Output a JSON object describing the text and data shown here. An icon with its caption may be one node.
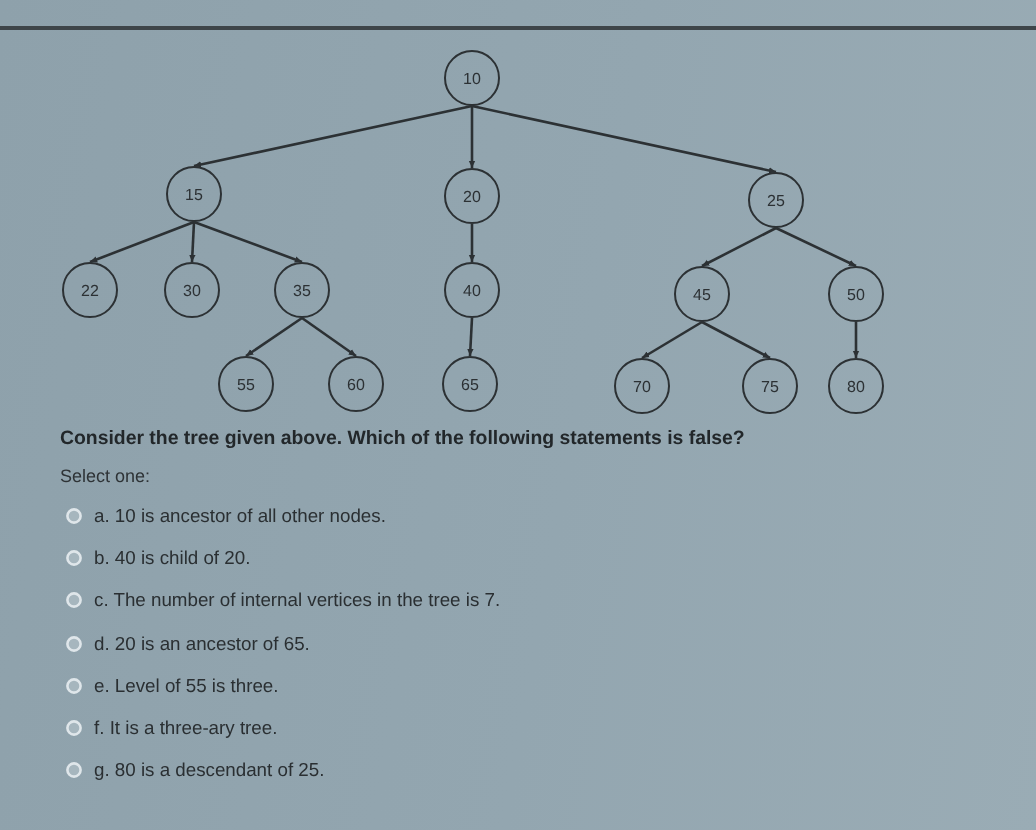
{
  "diagram": {
    "nodes": [
      {
        "text": [
          "10"
        ]
      },
      {
        "text": [
          "15"
        ]
      },
      {
        "text": [
          "20"
        ]
      },
      {
        "text": [
          "25"
        ]
      },
      {
        "text": [
          "22"
        ]
      },
      {
        "text": [
          "30"
        ]
      },
      {
        "text": [
          "35"
        ]
      },
      {
        "text": [
          "40"
        ]
      },
      {
        "text": [
          "45"
        ]
      },
      {
        "text": [
          "50"
        ]
      },
      {
        "text": [
          "55"
        ]
      },
      {
        "text": [
          "60"
        ]
      },
      {
        "text": [
          "65"
        ]
      },
      {
        "text": [
          "70"
        ]
      },
      {
        "text": [
          "75"
        ]
      },
      {
        "text": [
          "80"
        ]
      }
    ],
    "edges": [
      {
        "from": 0,
        "to": 1,
        "arrow": "to"
      },
      {
        "from": 0,
        "to": 2,
        "arrow": "to"
      },
      {
        "from": 0,
        "to": 3,
        "arrow": "to"
      },
      {
        "from": 1,
        "to": 4,
        "arrow": "to"
      },
      {
        "from": 1,
        "to": 5,
        "arrow": "to"
      },
      {
        "from": 1,
        "to": 6,
        "arrow": "to"
      },
      {
        "from": 2,
        "to": 7,
        "arrow": "to"
      },
      {
        "from": 3,
        "to": 8,
        "arrow": "to"
      },
      {
        "from": 3,
        "to": 9,
        "arrow": "to"
      },
      {
        "from": 6,
        "to": 10,
        "arrow": "to"
      },
      {
        "from": 6,
        "to": 11,
        "arrow": "to"
      },
      {
        "from": 7,
        "to": 12,
        "arrow": "to"
      },
      {
        "from": 8,
        "to": 13,
        "arrow": "to"
      },
      {
        "from": 8,
        "to": 14,
        "arrow": "to"
      },
      {
        "from": 9,
        "to": 15,
        "arrow": "to"
      }
    ],
    "labels": [
      "Consider the tree given above. Which of the following statements is false?",
      "Select one:",
      "a. 10 is ancestor of all other nodes.",
      "b. 40 is child of 20.",
      "c. The number of internal vertices in the tree is 7.",
      "d. 20 is an ancestor of 65.",
      "e. Level of 55 is three.",
      "f. It is a three-ary tree.",
      "g. 80 is a descendant of 25."
    ]
  }
}
